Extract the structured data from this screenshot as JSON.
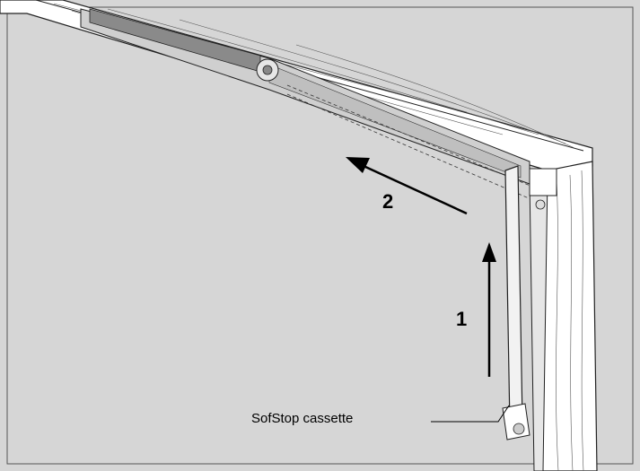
{
  "diagram": {
    "steps": [
      {
        "label": "1"
      },
      {
        "label": "2"
      }
    ],
    "callouts": [
      {
        "label": "SofStop cassette"
      }
    ],
    "colors": {
      "background": "#d6d6d6",
      "frame_face": "#ffffff",
      "line": "#222222",
      "rail_dark": "#8a8a8a",
      "rail_light": "#bfbfbf"
    }
  }
}
